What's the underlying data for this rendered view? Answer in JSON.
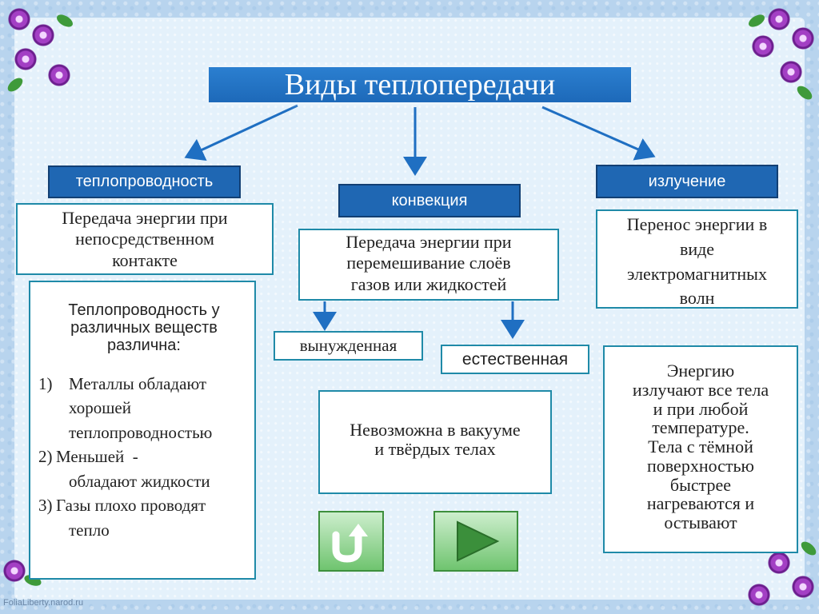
{
  "title": "Виды теплопередачи",
  "categories": {
    "conduction": "теплопроводность",
    "convection": "конвекция",
    "radiation": "излучение"
  },
  "definitions": {
    "conduction": [
      "Передача энергии при",
      "непосредственном",
      "контакте"
    ],
    "convection": [
      "Передача энергии при",
      "перемешивание слоёв",
      "газов или жидкостей"
    ],
    "radiation": [
      "Перенос энергии в",
      "виде",
      "электромагнитных",
      "волн"
    ]
  },
  "conduction_notes": {
    "intro": [
      "Теплопроводность у",
      "различных веществ",
      "различна:"
    ],
    "items": [
      {
        "num": "1)",
        "lines": [
          "Металлы обладают",
          "хорошей",
          "теплопроводностью"
        ]
      },
      {
        "num": "2)",
        "lines": [
          "Меньшей  -",
          "обладают жидкости"
        ]
      },
      {
        "num": "3)",
        "lines": [
          "Газы плохо проводят",
          "тепло"
        ]
      }
    ]
  },
  "convection_types": {
    "forced": "вынужденная",
    "natural": "естественная"
  },
  "convection_note": [
    "Невозможна в вакууме",
    "и твёрдых телах"
  ],
  "radiation_note": [
    "Энергию",
    "излучают все тела",
    "и при любой",
    "температуре.",
    "Тела с тёмной",
    "поверхностью",
    "быстрее",
    "нагреваются и",
    "остывают"
  ],
  "nav": {
    "back_icon": "return-arrow-icon",
    "next_icon": "play-triangle-icon"
  },
  "footer": "FoliaLiberty.narod.ru",
  "colors": {
    "title_bg": "#1f6fc2",
    "category_bg": "#1f67b3",
    "box_border": "#1f8aa8",
    "arrow": "#1f6fc2"
  }
}
